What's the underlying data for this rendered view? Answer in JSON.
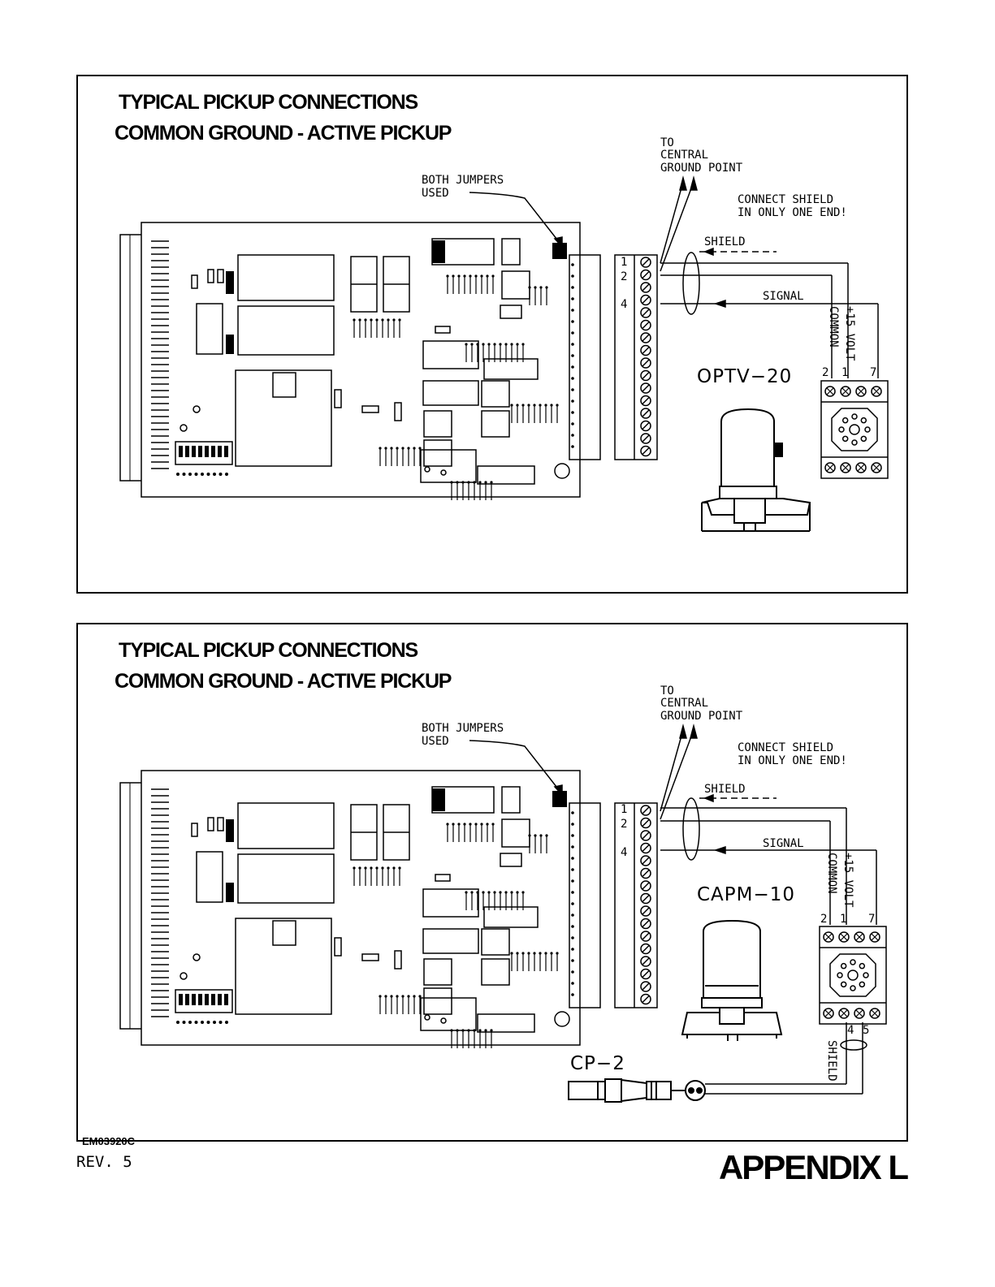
{
  "panels": [
    {
      "title_line1": "TYPICAL PICKUP CONNECTIONS",
      "title_line2": "COMMON GROUND - ACTIVE PICKUP",
      "jumper_note_line1": "BOTH  JUMPERS",
      "jumper_note_line2": "USED",
      "ground_line1": "TO",
      "ground_line2": "CENTRAL",
      "ground_line3": "GROUND  POINT",
      "shield_note_line1": "CONNECT  SHIELD",
      "shield_note_line2": "IN  ONLY  ONE  END!",
      "shield_label": "SHIELD",
      "signal_label": "SIGNAL",
      "terminal_1": "1",
      "terminal_2": "2",
      "terminal_4": "4",
      "common_label": "COMMON",
      "volt_label": "+15 VOLT",
      "pin_2": "2",
      "pin_1": "1",
      "pin_7": "7",
      "pickup_model": "OPTV−20"
    },
    {
      "title_line1": "TYPICAL PICKUP CONNECTIONS",
      "title_line2": "COMMON GROUND - ACTIVE PICKUP",
      "jumper_note_line1": "BOTH  JUMPERS",
      "jumper_note_line2": "USED",
      "ground_line1": "TO",
      "ground_line2": "CENTRAL",
      "ground_line3": "GROUND  POINT",
      "shield_note_line1": "CONNECT  SHIELD",
      "shield_note_line2": "IN  ONLY  ONE  END!",
      "shield_label": "SHIELD",
      "signal_label": "SIGNAL",
      "terminal_1": "1",
      "terminal_2": "2",
      "terminal_4": "4",
      "common_label": "COMMON",
      "volt_label": "+15 VOLT",
      "pin_2": "2",
      "pin_1": "1",
      "pin_7": "7",
      "pickup_model": "CAPM−10",
      "pin_4": "4",
      "pin_5": "5",
      "cable_shield_label": "SHIELD",
      "cable_model": "CP−2"
    }
  ],
  "footer": {
    "doc_id": "EM03920C",
    "revision": "REV.  5",
    "appendix": "APPENDIX L"
  }
}
